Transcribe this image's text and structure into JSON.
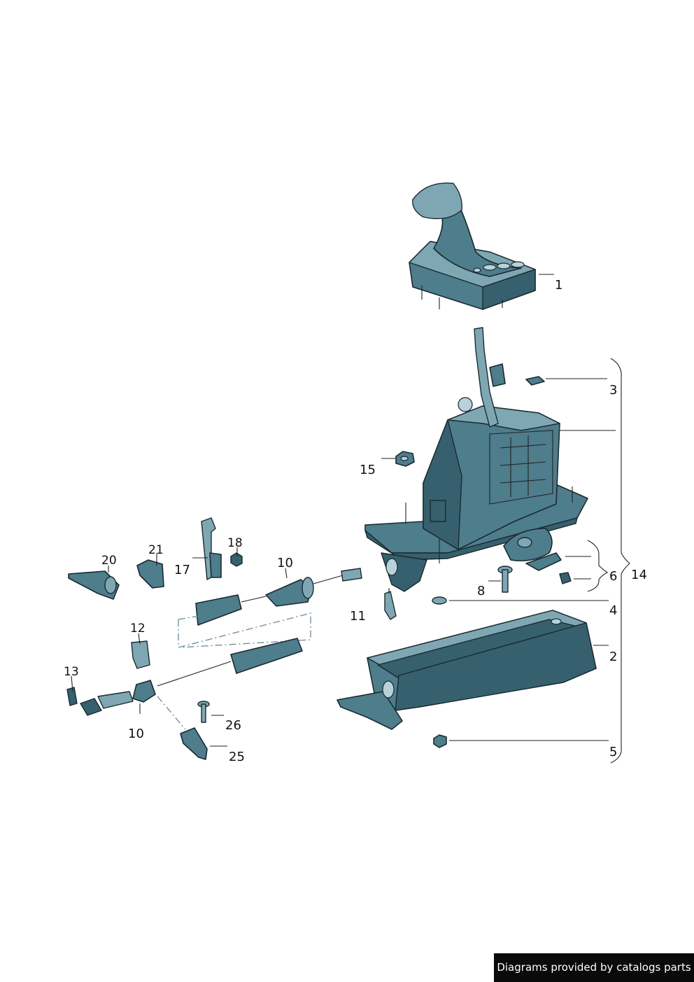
{
  "callouts": {
    "c1": "1",
    "c2": "2",
    "c3": "3",
    "c4": "4",
    "c5": "5",
    "c6": "6",
    "c8": "8",
    "c10a": "10",
    "c10b": "10",
    "c11": "11",
    "c12": "12",
    "c13": "13",
    "c14": "14",
    "c15": "15",
    "c17": "17",
    "c18": "18",
    "c20": "20",
    "c21": "21",
    "c25": "25",
    "c26": "26"
  },
  "footer": {
    "text": "Diagrams provided by catalogs parts"
  },
  "colors": {
    "part_fill": "#4e7d8c",
    "part_light": "#7fa7b3",
    "part_dark": "#36606e",
    "outline": "#1a2a30"
  }
}
